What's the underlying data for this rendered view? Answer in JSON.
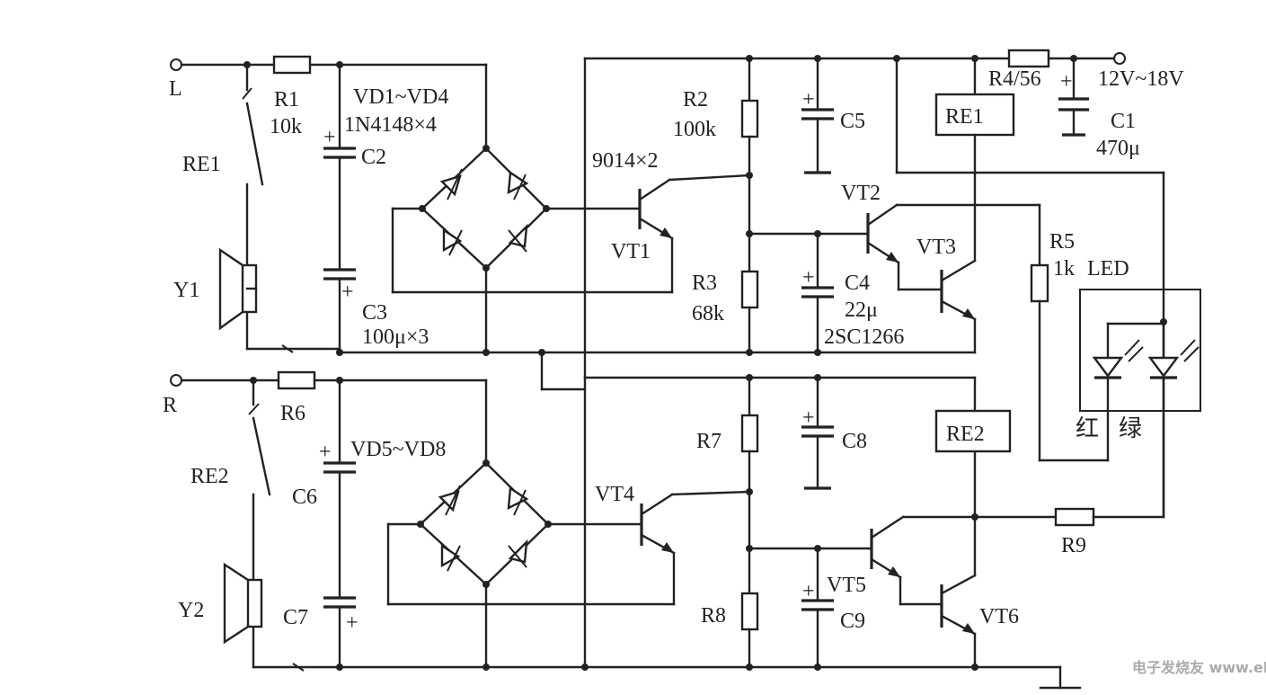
{
  "labels": {
    "L": "L",
    "R": "R",
    "R1": "R1",
    "R1_val": "10k",
    "RE1_sw": "RE1",
    "RE2_sw": "RE2",
    "Y1": "Y1",
    "Y2": "Y2",
    "C2": "C2",
    "C3": "C3",
    "C3_val": "100μ×3",
    "VD1_4": "VD1~VD4",
    "VD_type": "1N4148×4",
    "VD5_8": "VD5~VD8",
    "R6": "R6",
    "C6": "C6",
    "C7": "C7",
    "R2": "R2",
    "R2_val": "100k",
    "Q_type": "9014×2",
    "VT1": "VT1",
    "R3": "R3",
    "R3_val": "68k",
    "C5": "C5",
    "VT2": "VT2",
    "VT3": "VT3",
    "C4": "C4",
    "C4_val": "22μ",
    "VT23_type": "2SC1266",
    "RE1_coil": "RE1",
    "R4": "R4/56",
    "supply": "12V~18V",
    "C1": "C1",
    "C1_val": "470μ",
    "R5": "R5",
    "R5_val": "1k",
    "LED": "LED",
    "red": "红",
    "green": "绿",
    "R7": "R7",
    "C8": "C8",
    "VT4": "VT4",
    "RE2_coil": "RE2",
    "VT5": "VT5",
    "R8": "R8",
    "C9": "C9",
    "VT6": "VT6",
    "R9": "R9",
    "plus": "+",
    "watermark": "电子发烧友 www.elecfans.com"
  }
}
